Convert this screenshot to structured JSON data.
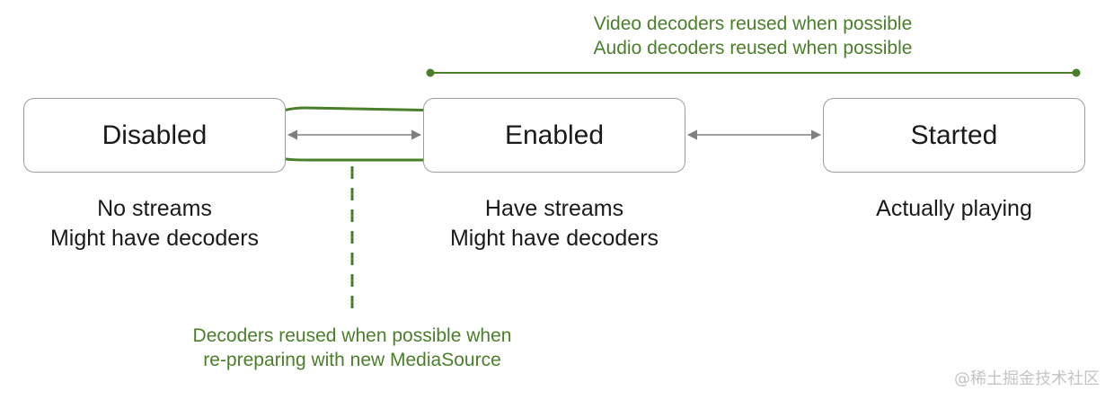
{
  "states": [
    {
      "label": "Disabled",
      "description": [
        "No streams",
        "Might have decoders"
      ]
    },
    {
      "label": "Enabled",
      "description": [
        "Have streams",
        "Might have decoders"
      ]
    },
    {
      "label": "Started",
      "description": [
        "Actually playing"
      ]
    }
  ],
  "notes": {
    "reuse_top": [
      "Video decoders reused when possible",
      "Audio decoders reused when possible"
    ],
    "reprepare": [
      "Decoders reused when possible when",
      "re-preparing with new MediaSource"
    ]
  },
  "watermark": "@稀土掘金技术社区",
  "colors": {
    "green": "#4a7f2a",
    "arrow_gray": "#808080",
    "box_border": "#9e9e9e"
  }
}
